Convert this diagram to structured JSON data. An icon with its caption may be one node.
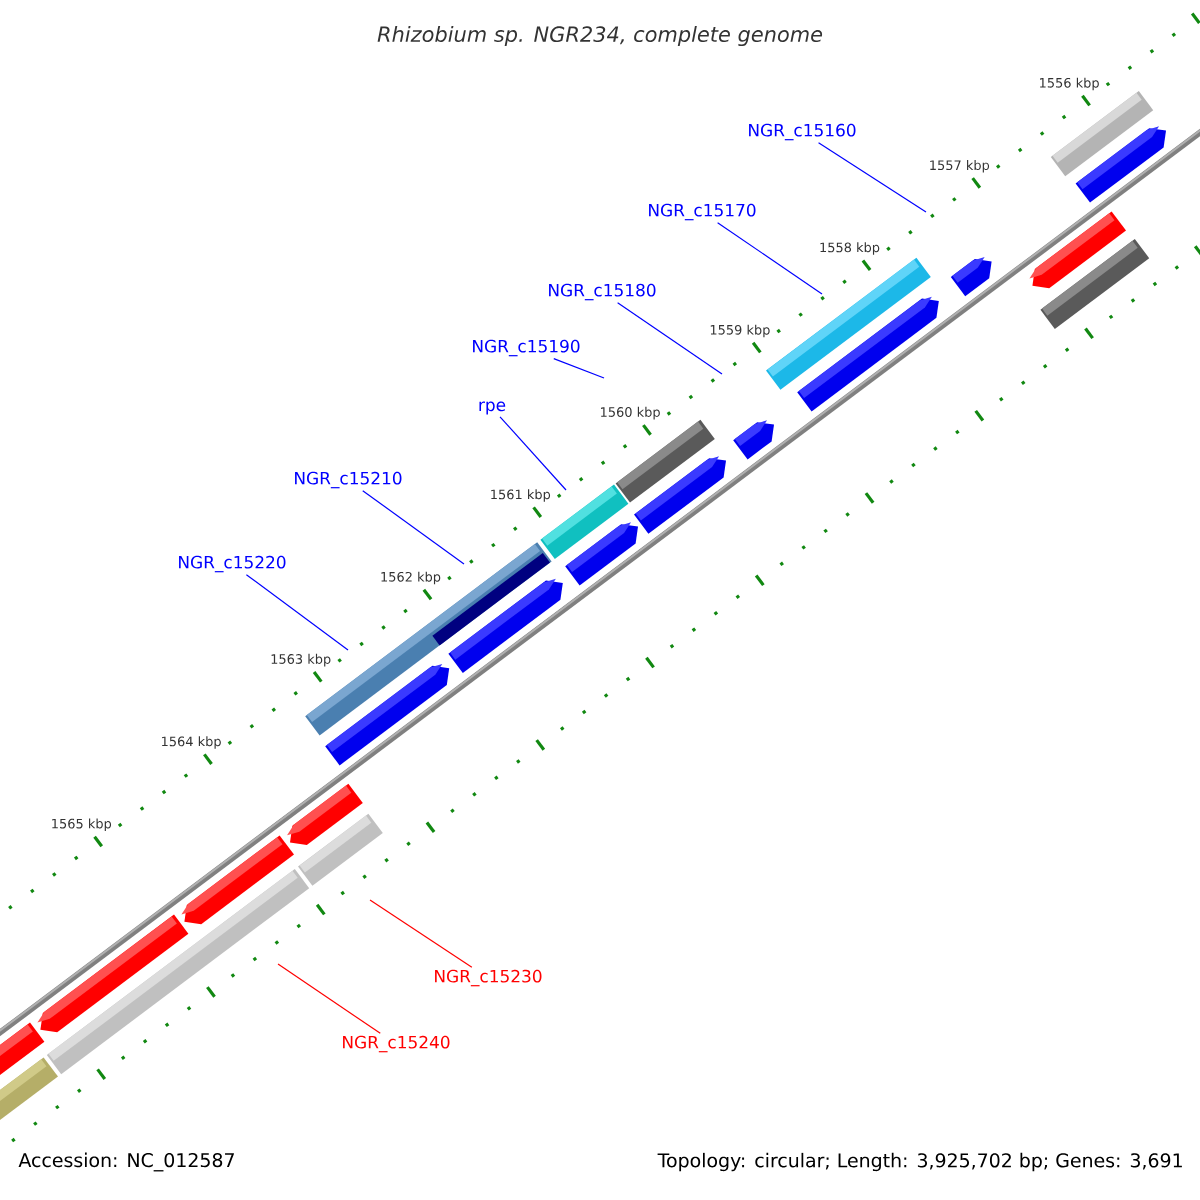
{
  "diagram": {
    "title": "Rhizobium sp. NGR234, complete genome",
    "nodes": [
      {
        "text": [
          "NGR_c15160"
        ]
      },
      {
        "text": [
          "NGR_c15170"
        ]
      },
      {
        "text": [
          "NGR_c15180"
        ]
      },
      {
        "text": [
          "NGR_c15190"
        ]
      },
      {
        "text": [
          "rpe"
        ]
      },
      {
        "text": [
          "NGR_c15210"
        ]
      },
      {
        "text": [
          "NGR_c15220"
        ]
      },
      {
        "text": [
          "NGR_c15230"
        ]
      },
      {
        "text": [
          "NGR_c15240"
        ]
      }
    ],
    "edges": [
      {
        "from": 0,
        "to": null,
        "arrow": "none"
      },
      {
        "from": 1,
        "to": null,
        "arrow": "none"
      },
      {
        "from": 2,
        "to": null,
        "arrow": "none"
      },
      {
        "from": 3,
        "to": null,
        "arrow": "none"
      },
      {
        "from": 4,
        "to": null,
        "arrow": "none"
      },
      {
        "from": 5,
        "to": null,
        "arrow": "none"
      },
      {
        "from": 6,
        "to": null,
        "arrow": "none"
      },
      {
        "from": 7,
        "to": null,
        "arrow": "none",
        "color": "#ff0000"
      },
      {
        "from": 8,
        "to": null,
        "arrow": "none",
        "color": "#ff0000"
      }
    ],
    "labels": [
      "1556 kbp",
      "1557 kbp",
      "1558 kbp",
      "1559 kbp",
      "1560 kbp",
      "1561 kbp",
      "1562 kbp",
      "1563 kbp",
      "1564 kbp",
      "1565 kbp",
      "Accession: NC_012587",
      "Topology: circular; Length: 3,925,702 bp; Genes: 3,691"
    ]
  }
}
